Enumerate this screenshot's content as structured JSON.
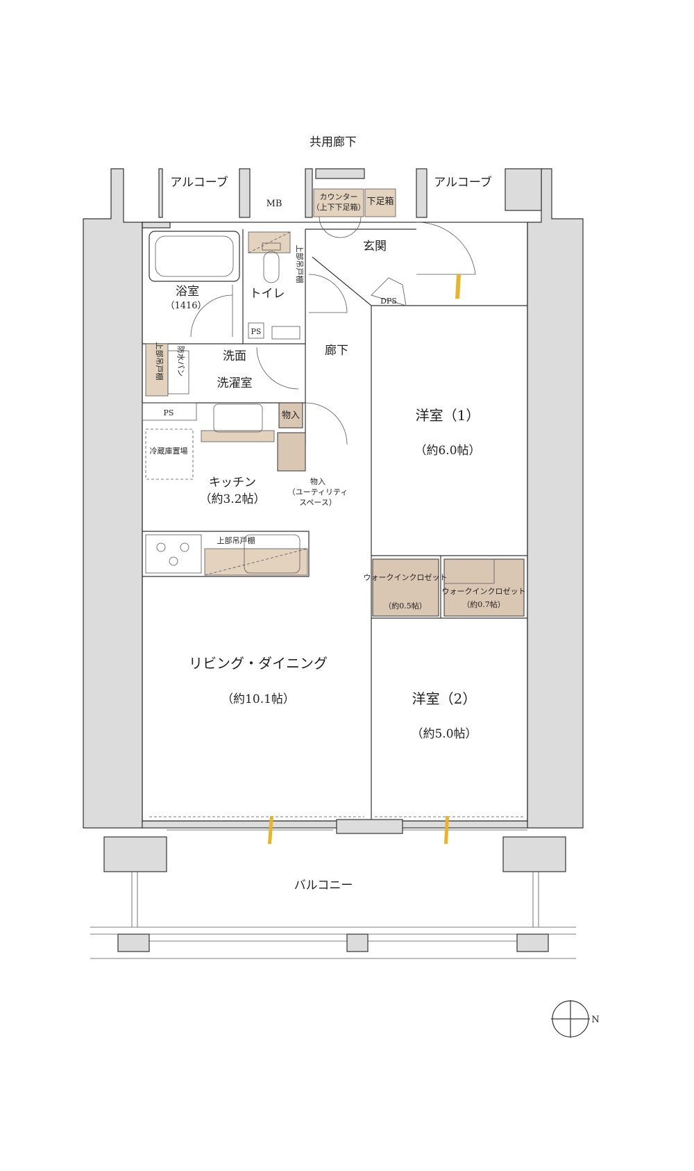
{
  "labels": {
    "corridor_common": "共用廊下",
    "alcove_left": "アルコーブ",
    "alcove_right": "アルコーブ",
    "mb": "MB",
    "counter_line1": "カウンター",
    "counter_line2": "（上下下足箱）",
    "shoe_box": "下足箱",
    "entrance": "玄関",
    "dps": "DPS",
    "bath_name": "浴室",
    "bath_size": "（1416）",
    "toilet": "トイレ",
    "upper_shelf_v": "上部吊戸棚",
    "ps_toilet": "PS",
    "hallway": "廊下",
    "washroom_1": "洗面",
    "washroom_2": "洗濯室",
    "upper_shelf_wash": "上部吊戸棚",
    "water_pan": "防水パン",
    "ps_wash": "PS",
    "storage_small": "物入",
    "fridge": "冷蔵庫置場",
    "kitchen_name": "キッチン",
    "kitchen_size": "（約3.2帖）",
    "utility_1": "物入",
    "utility_2": "（ユーティリティ",
    "utility_3": "スペース）",
    "upper_shelf_kitchen": "上部吊戸棚",
    "room1_name": "洋室（1）",
    "room1_size": "（約6.0帖）",
    "wic1_name": "ウォークインクロゼット",
    "wic1_size": "（約0.5帖）",
    "wic2_name": "ウォークインクロゼット",
    "wic2_size": "（約0.7帖）",
    "ldk_name": "リビング・ダイニング",
    "ldk_size": "（約10.1帖）",
    "room2_name": "洋室（2）",
    "room2_size": "（約5.0帖）",
    "balcony": "バルコニー",
    "north": "N"
  }
}
